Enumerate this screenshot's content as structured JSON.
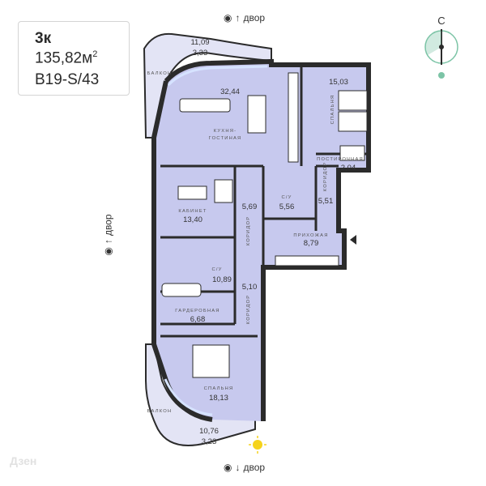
{
  "info": {
    "rooms": "3к",
    "area": "135,82м",
    "area_sup": "2",
    "code": "B19-S/43"
  },
  "views": {
    "top": "двор",
    "left": "двор",
    "bottom": "двор"
  },
  "compass": {
    "north": "С"
  },
  "rooms": {
    "balcony_top_area": "11,09",
    "balcony_top_sub": "3,33",
    "balcony_top_name": "БАЛКОН",
    "kitchen_area": "32,44",
    "kitchen_name_1": "КУХНЯ-",
    "kitchen_name_2": "ГОСТИНАЯ",
    "bedroom1_area": "15,03",
    "bedroom1_name": "СПАЛЬНЯ",
    "closet_area": "2,04",
    "closet_name": "ПОСТИРОЧНАЯ",
    "corridor_small_area": "5,51",
    "corridor_small_name": "КОРИДОР",
    "hallway_area": "8,79",
    "hallway_name": "ПРИХОЖАЯ",
    "bath_small_area": "5,56",
    "bath_small_name": "С/У",
    "corridor_mid_area": "5,69",
    "corridor_mid_name": "КОРИДОР",
    "office_area": "13,40",
    "office_name": "КАБИНЕТ",
    "bath_big_area": "10,89",
    "bath_big_name": "С/У",
    "corridor_low_area": "5,10",
    "corridor_low_name": "КОРИДОР",
    "wardrobe_area": "6,68",
    "wardrobe_name": "ГАРДЕРОБНАЯ",
    "bedroom2_area": "18,13",
    "bedroom2_name": "СПАЛЬНЯ",
    "balcony_bottom_area": "10,76",
    "balcony_bottom_sub": "3,23",
    "balcony_bottom_name": "БАЛКОН"
  },
  "watermark": "Дзен",
  "colors": {
    "room_fill": "#c7c9ee",
    "wall": "#2b2b2b",
    "window": "#d6e3ff",
    "accent": "#3f7fe0",
    "compass": "#7cc4a6",
    "sun": "#f5d31c"
  }
}
